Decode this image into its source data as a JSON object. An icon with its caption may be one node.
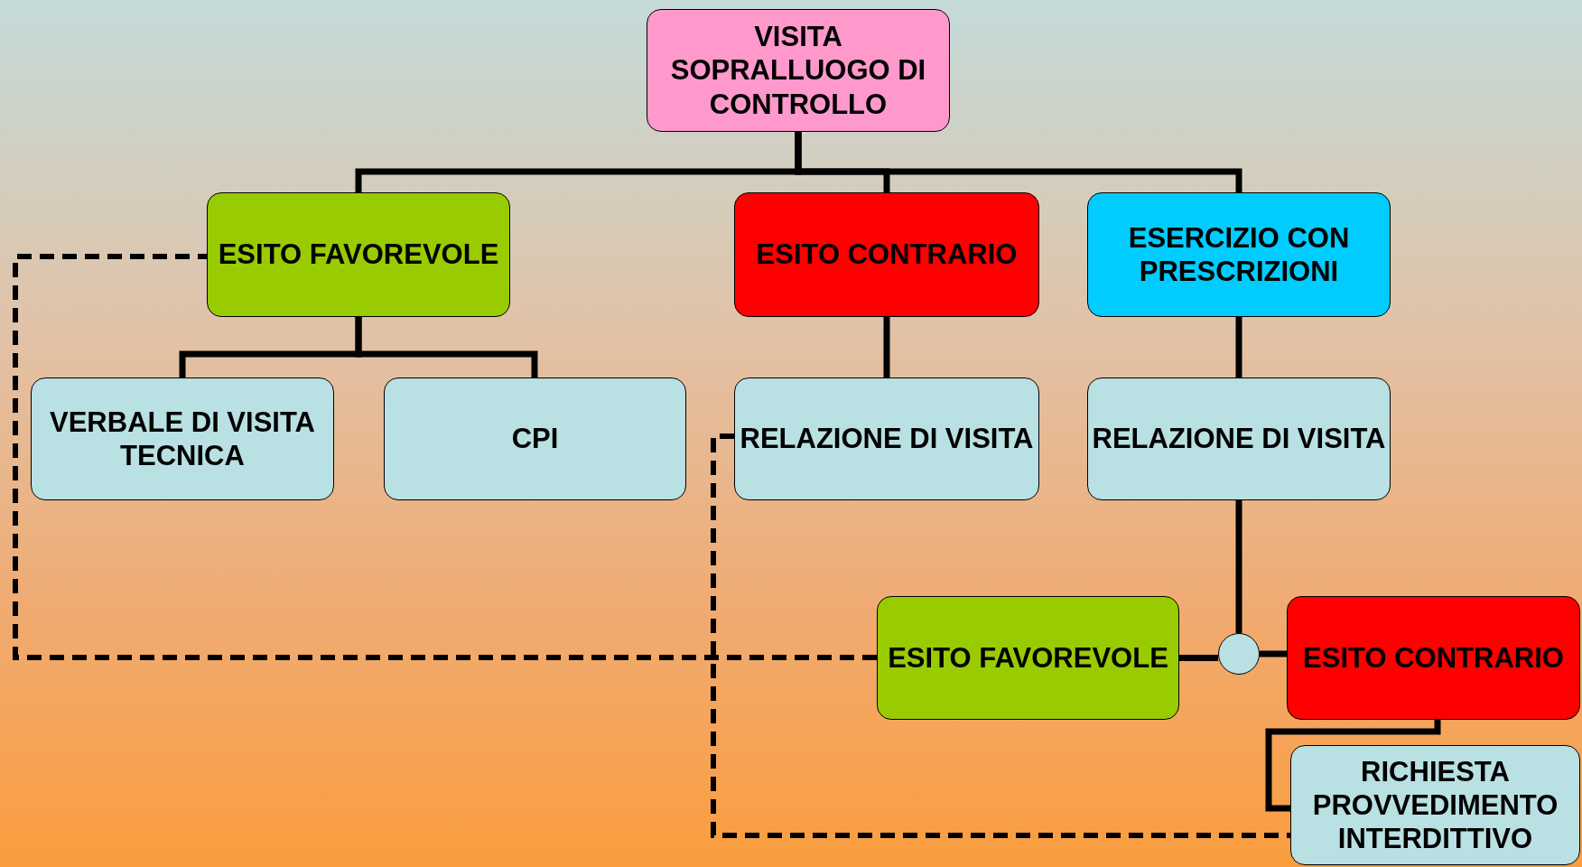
{
  "diagram": {
    "nodes": [
      {
        "text": [
          "VISITA SOPRALLUOGO DI CONTROLLO"
        ]
      },
      {
        "text": [
          "ESITO FAVOREVOLE"
        ]
      },
      {
        "text": [
          "ESITO CONTRARIO"
        ]
      },
      {
        "text": [
          "ESERCIZIO CON PRESCRIZIONI"
        ]
      },
      {
        "text": [
          "VERBALE DI VISITA TECNICA"
        ]
      },
      {
        "text": [
          "CPI"
        ]
      },
      {
        "text": [
          "RELAZIONE DI VISITA"
        ]
      },
      {
        "text": [
          "RELAZIONE DI VISITA"
        ]
      },
      {
        "text": [
          "ESITO FAVOREVOLE"
        ]
      },
      {
        "text": [],
        "shape": "circle"
      },
      {
        "text": [
          "ESITO CONTRARIO"
        ]
      },
      {
        "text": [
          "RICHIESTA PROVVEDIMENTO INTERDITTIVO"
        ]
      }
    ],
    "edges": [
      {
        "from": 0,
        "to": 1,
        "arrow": "none"
      },
      {
        "from": 0,
        "to": 2,
        "arrow": "none"
      },
      {
        "from": 0,
        "to": 3,
        "arrow": "none"
      },
      {
        "from": 1,
        "to": 4,
        "arrow": "none"
      },
      {
        "from": 1,
        "to": 5,
        "arrow": "none"
      },
      {
        "from": 2,
        "to": 6,
        "arrow": "none"
      },
      {
        "from": 3,
        "to": 7,
        "arrow": "none"
      },
      {
        "from": 7,
        "to": 9,
        "arrow": "none"
      },
      {
        "from": 8,
        "to": 9,
        "arrow": "none"
      },
      {
        "from": 9,
        "to": 10,
        "arrow": "none"
      },
      {
        "from": 10,
        "to": 11,
        "arrow": "none"
      },
      {
        "from": 8,
        "to": 1,
        "arrow": "none",
        "style": "dashed"
      },
      {
        "from": 6,
        "to": 11,
        "arrow": "none",
        "style": "dashed"
      }
    ]
  }
}
